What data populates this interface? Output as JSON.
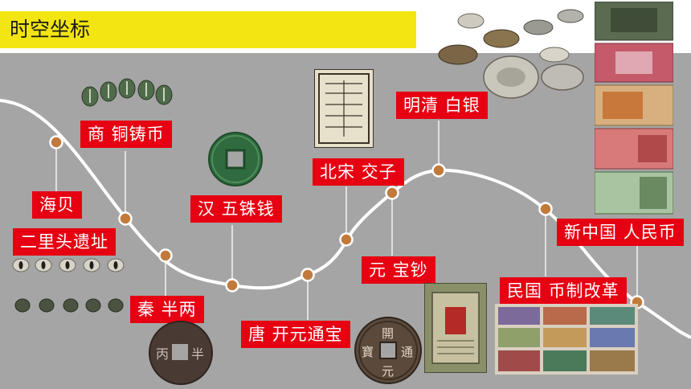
{
  "title": "时空坐标",
  "colors": {
    "background_panel": "#a5a5a5",
    "title_bar": "#f3e511",
    "label_bg": "#e60012",
    "label_text": "#ffffff",
    "timeline_curve": "#ffffff",
    "node_fill": "#c27a3a",
    "leader_line": "#ffffff"
  },
  "timeline": {
    "stages": [
      {
        "label": "海贝"
      },
      {
        "label": "二里头遗址"
      },
      {
        "label": "商  铜铸币"
      },
      {
        "label": "秦  半两"
      },
      {
        "label": "汉  五铢钱"
      },
      {
        "label": "唐  开元通宝"
      },
      {
        "label": "北宋  交子"
      },
      {
        "label": "元  宝钞"
      },
      {
        "label": "明清  白银"
      },
      {
        "label": "民国  币制改革"
      },
      {
        "label": "新中国  人民币"
      }
    ]
  },
  "images": [
    {
      "name": "shell-money-image",
      "depicts": "cowrie shells"
    },
    {
      "name": "bronze-shell-coins-image",
      "depicts": "bronze shell coins"
    },
    {
      "name": "wuzhu-coin-image",
      "depicts": "green bronze coin"
    },
    {
      "name": "banliang-coin-image",
      "depicts": "round coin with square hole"
    },
    {
      "name": "kaiyuan-coin-image",
      "depicts": "round coin with square hole"
    },
    {
      "name": "jiaozi-note-image",
      "depicts": "jiaozi paper note"
    },
    {
      "name": "baochao-note-image",
      "depicts": "yuan paper note"
    },
    {
      "name": "silver-ingots-image",
      "depicts": "silver ingots"
    },
    {
      "name": "republic-notes-image",
      "depicts": "republic era banknotes"
    },
    {
      "name": "rmb-notes-image",
      "depicts": "renminbi banknotes"
    }
  ]
}
